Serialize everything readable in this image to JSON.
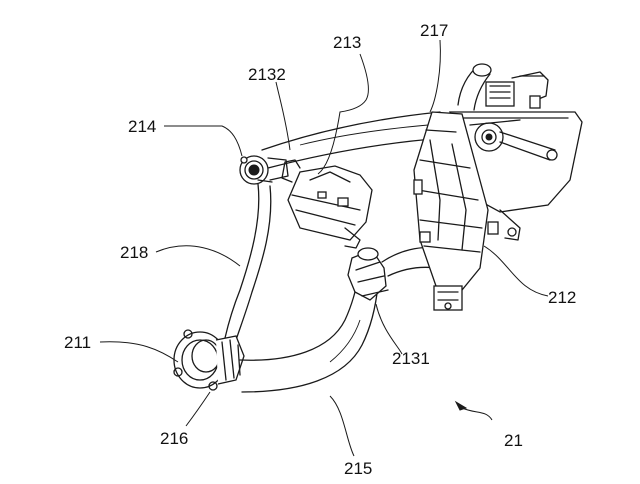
{
  "labels": {
    "l213": "213",
    "l217": "217",
    "l2132": "2132",
    "l214": "214",
    "l218": "218",
    "l212": "212",
    "l211": "211",
    "l2131": "2131",
    "l216": "216",
    "l21": "21",
    "l215": "215"
  }
}
